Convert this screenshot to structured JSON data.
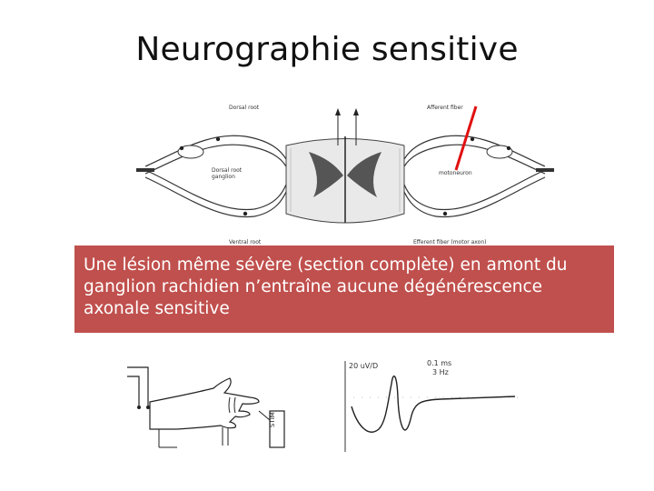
{
  "slide": {
    "title": "Neurographie sensitive"
  },
  "anatomy": {
    "label_dorsal_root": "Dorsal root",
    "label_afferent_fiber": "Afferent fiber",
    "label_ganglion": "Dorsal root ganglion",
    "label_motoneuron": "motoneuron",
    "label_ventral_root": "Ventral root",
    "label_efferent_fiber": "Efferent fiber (motor axon)"
  },
  "callout": {
    "text": "Une lésion même sévère (section complète) en amont du ganglion rachidien n’entraîne aucune dégénérescence axonale sensitive",
    "color": "#c0504d"
  },
  "stimulation": {
    "stim_label": "STIM"
  },
  "recording": {
    "gain_label": "20 uV/D",
    "time_label": "0.1 ms",
    "freq_label": "3 Hz"
  },
  "colors": {
    "red_marker": "#e01010"
  }
}
